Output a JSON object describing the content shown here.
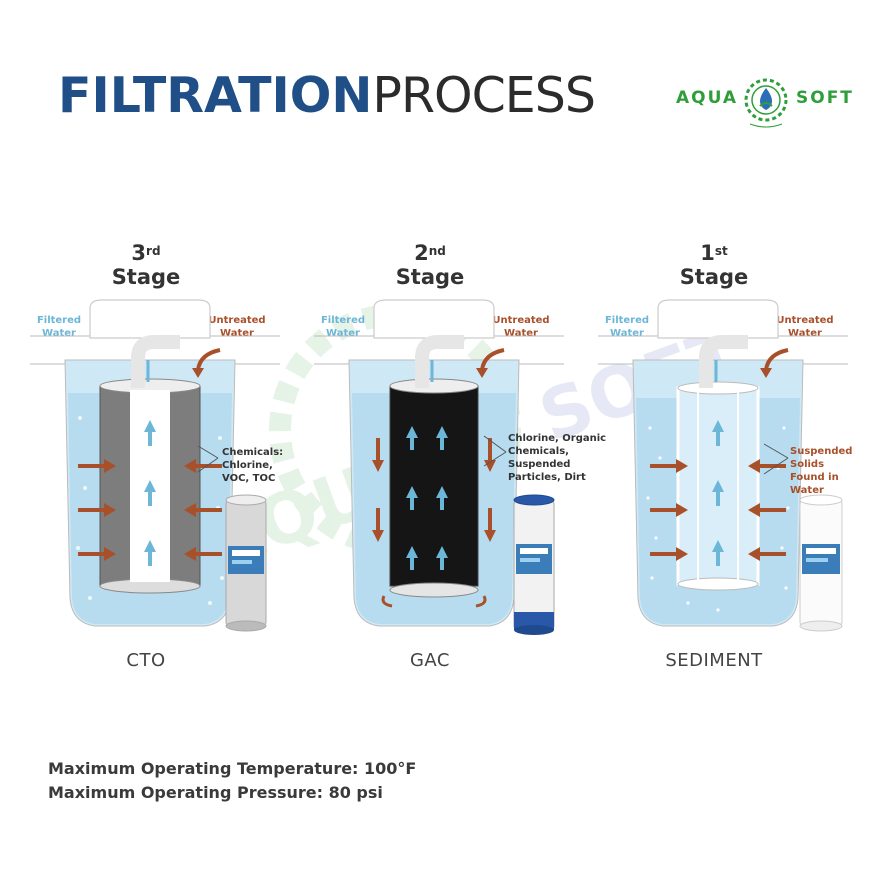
{
  "header": {
    "title_bold": "FILTRATION",
    "title_light": "PROCESS",
    "logo_left": "AQUA",
    "logo_right": "SOFT",
    "logo_colors": {
      "green": "#2f9e3a",
      "blue": "#2a6fb5"
    }
  },
  "colors": {
    "title_blue": "#1f4f86",
    "water_blue": "#bfe0f1",
    "arrow_brown": "#a8502a",
    "arrow_blue": "#6cb6d8"
  },
  "stages": [
    {
      "number": "3",
      "suffix": "rd",
      "word": "Stage",
      "filtered_label": "Filtered Water",
      "untreated_label": "Untreated Water",
      "contaminants": "Chemicals: Chlorine, VOC, TOC",
      "contaminant_style": "dark",
      "cartridge": "CTO",
      "icon": "carbon-block-cartridge-icon"
    },
    {
      "number": "2",
      "suffix": "nd",
      "word": "Stage",
      "filtered_label": "Filtered Water",
      "untreated_label": "Untreated Water",
      "contaminants": "Chlorine, Organic Chemicals, Suspended Particles, Dirt",
      "contaminant_style": "dark",
      "cartridge": "GAC",
      "icon": "granular-carbon-cartridge-icon"
    },
    {
      "number": "1",
      "suffix": "st",
      "word": "Stage",
      "filtered_label": "Filtered Water",
      "untreated_label": "Untreated Water",
      "contaminants": "Suspended Solids Found in Water",
      "contaminant_style": "brown",
      "cartridge": "SEDIMENT",
      "icon": "sediment-cartridge-icon"
    }
  ],
  "specs": {
    "temperature": "Maximum Operating Temperature: 100°F",
    "pressure": "Maximum Operating Pressure: 80 psi"
  }
}
